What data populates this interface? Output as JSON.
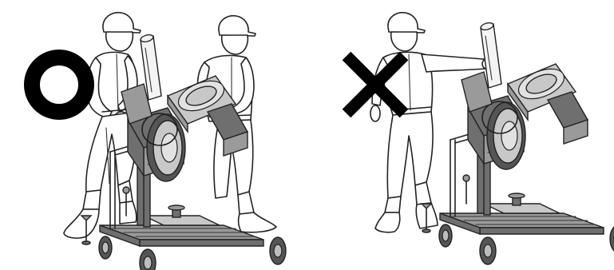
{
  "panels": [
    {
      "id": "correct",
      "symbol_name": "correct-circle-mark",
      "meaning": "circle"
    },
    {
      "id": "incorrect",
      "symbol_name": "incorrect-x-mark",
      "meaning": "cross"
    }
  ],
  "colors": {
    "ink": "#222222",
    "machine_dark": "#6f6f6f",
    "machine_mid": "#9a9a9a",
    "machine_light": "#c8c8c8",
    "symbol": "#000000",
    "background": "#ffffff"
  }
}
